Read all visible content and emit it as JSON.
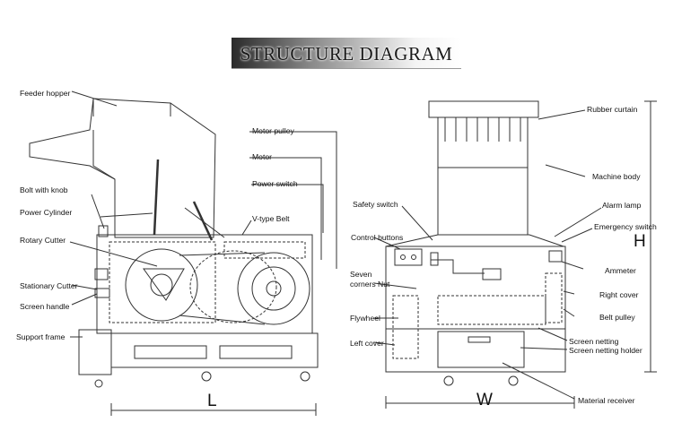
{
  "title": "STRUCTURE DIAGRAM",
  "left_view": {
    "labels": {
      "feeder_hopper": "Feeder hopper",
      "motor_pulley": "Motor pulley",
      "motor": "Motor",
      "power_switch": "Power switch",
      "bolt_with_knob": "Bolt with knob",
      "power_cylinder": "Power Cylinder",
      "v_type_belt": "V-type Belt",
      "rotary_cutter": "Rotary Cutter",
      "stationary_cutter": "Stationary Cutter",
      "screen_handle": "Screen handle",
      "support_frame": "Support frame"
    },
    "dimension": "L"
  },
  "right_view": {
    "labels": {
      "rubber_curtain": "Rubber curtain",
      "machine_body": "Machine body",
      "safety_switch": "Safety  switch",
      "alarm_lamp": "Alarm lamp",
      "emergency_switch": "Emergency switch",
      "control_buttons": "Control buttons",
      "ammeter": "Ammeter",
      "seven_corners_nut_1": "Seven",
      "seven_corners_nut_2": "corners Nut",
      "right_cover": "Right cover",
      "flywheel": "Flywheel",
      "belt_pulley": "Belt pulley",
      "left_cover": "Left cover",
      "screen_netting": "Screen netting",
      "screen_netting_holder": "Screen netting holder",
      "material_receiver": "Material receiver"
    },
    "dimension_w": "W",
    "dimension_h": "H"
  }
}
